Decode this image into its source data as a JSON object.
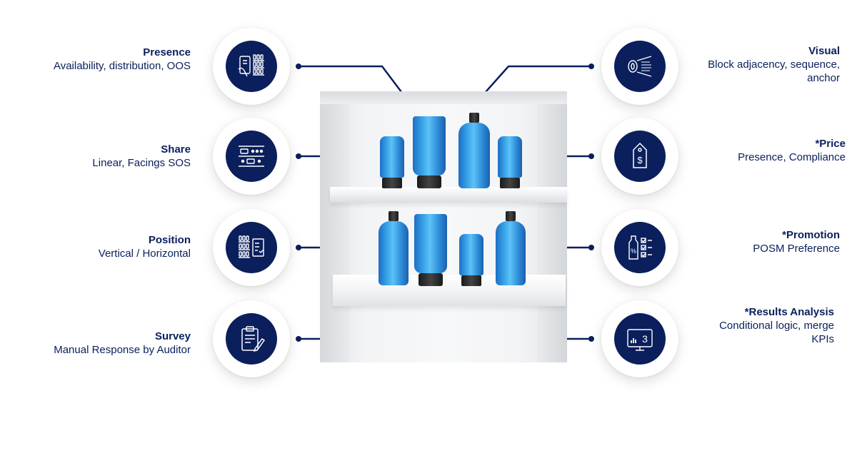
{
  "features": [
    {
      "id": "presence",
      "title": "Presence",
      "desc": [
        "Availability, distribution, OOS"
      ],
      "icon": "phone-scan-icon"
    },
    {
      "id": "share",
      "title": "Share",
      "desc": [
        "Linear, Facings SOS"
      ],
      "icon": "shelf-share-icon"
    },
    {
      "id": "position",
      "title": "Position",
      "desc": [
        "Vertical / Horizontal"
      ],
      "icon": "shelf-position-icon"
    },
    {
      "id": "survey",
      "title": "Survey",
      "desc": [
        "Manual Response by Auditor"
      ],
      "icon": "clipboard-icon"
    },
    {
      "id": "visual",
      "title": "Visual",
      "desc": [
        "Block adjacency, sequence,",
        "anchor"
      ],
      "icon": "eye-scan-icon"
    },
    {
      "id": "price",
      "title": "*Price",
      "desc": [
        "Presence, Compliance"
      ],
      "icon": "price-tag-icon"
    },
    {
      "id": "promotion",
      "title": "*Promotion",
      "desc": [
        "POSM Preference"
      ],
      "icon": "promotion-checklist-icon"
    },
    {
      "id": "results",
      "title": "*Results Analysis",
      "desc": [
        "Conditional logic, merge",
        "KPIs"
      ],
      "icon": "monitor-analysis-icon"
    }
  ],
  "colors": {
    "navy": "#0a1f5c",
    "product_blue": "#3aa6ea",
    "cap": "#222222"
  }
}
